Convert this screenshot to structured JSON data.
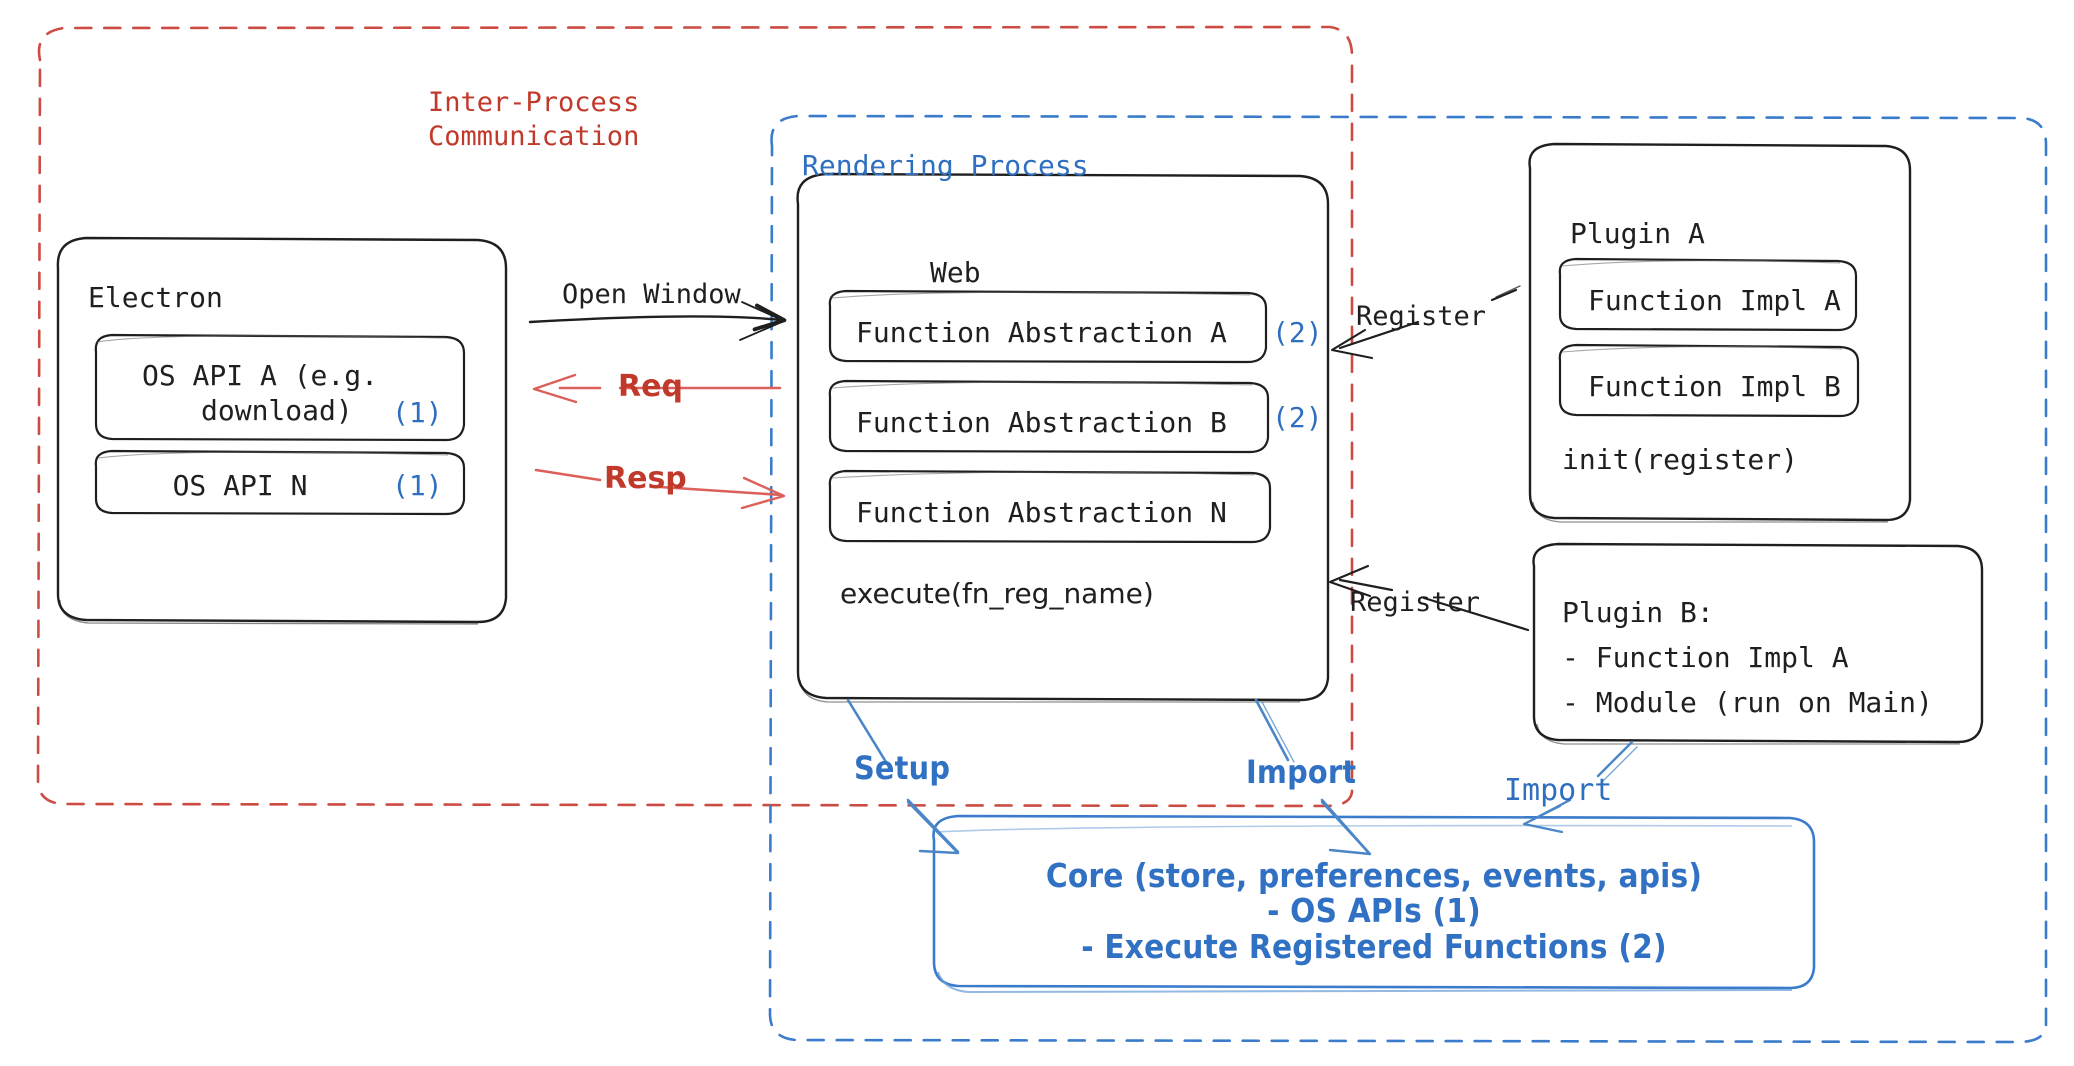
{
  "diagram": {
    "title": "Electron plugin architecture",
    "colors": {
      "black": "#1f1f1f",
      "red": "#c0392b",
      "blue": "#2f6fc0",
      "blue_strong": "#3071c4",
      "background": "#ffffff"
    }
  },
  "groups": {
    "ipc": {
      "label": "Inter-Process\nCommunication",
      "line_style": "dashed",
      "color": "#c0392b"
    },
    "rendering": {
      "label": "Rendering Process",
      "line_style": "dashed",
      "color": "#2f6fc0"
    }
  },
  "boxes": {
    "electron": {
      "title": "Electron",
      "items": [
        {
          "text": "OS API A (e.g.\n  download)",
          "marker": "(1)"
        },
        {
          "text": "OS API N",
          "marker": "(1)"
        }
      ]
    },
    "web": {
      "title": "Web",
      "items": [
        {
          "text": "Function Abstraction A",
          "marker": "(2)"
        },
        {
          "text": "Function Abstraction B",
          "marker": "(2)"
        },
        {
          "text": "Function Abstraction N",
          "marker": ""
        }
      ],
      "footer": "execute(fn_reg_name)"
    },
    "plugin_a": {
      "title": "Plugin A",
      "items": [
        {
          "text": "Function Impl A"
        },
        {
          "text": "Function Impl B"
        }
      ],
      "footer": "init(register)"
    },
    "plugin_b": {
      "lines": [
        "Plugin B:",
        "- Function Impl A",
        "- Module (run on Main)"
      ]
    },
    "core": {
      "lines": [
        "Core (store, preferences, events, apis)",
        "- OS APIs (1)",
        "- Execute Registered Functions (2)"
      ]
    }
  },
  "arrows": [
    {
      "name": "open-window",
      "label": "Open Window",
      "color": "#1f1f1f",
      "from": "electron",
      "to": "web"
    },
    {
      "name": "req",
      "label": "Req",
      "color": "#c0392b",
      "from": "web",
      "to": "electron"
    },
    {
      "name": "resp",
      "label": "Resp",
      "color": "#c0392b",
      "from": "electron",
      "to": "web"
    },
    {
      "name": "register-a",
      "label": "Register",
      "color": "#1f1f1f",
      "from": "plugin_a",
      "to": "web"
    },
    {
      "name": "register-b",
      "label": "Register",
      "color": "#1f1f1f",
      "from": "plugin_b",
      "to": "web"
    },
    {
      "name": "setup",
      "label": "Setup",
      "color": "#2f6fc0",
      "from": "web",
      "to": "core"
    },
    {
      "name": "import-web",
      "label": "Import",
      "color": "#2f6fc0",
      "from": "web",
      "to": "core"
    },
    {
      "name": "import-plugin",
      "label": "Import",
      "color": "#2f6fc0",
      "from": "plugin_b",
      "to": "core"
    }
  ]
}
